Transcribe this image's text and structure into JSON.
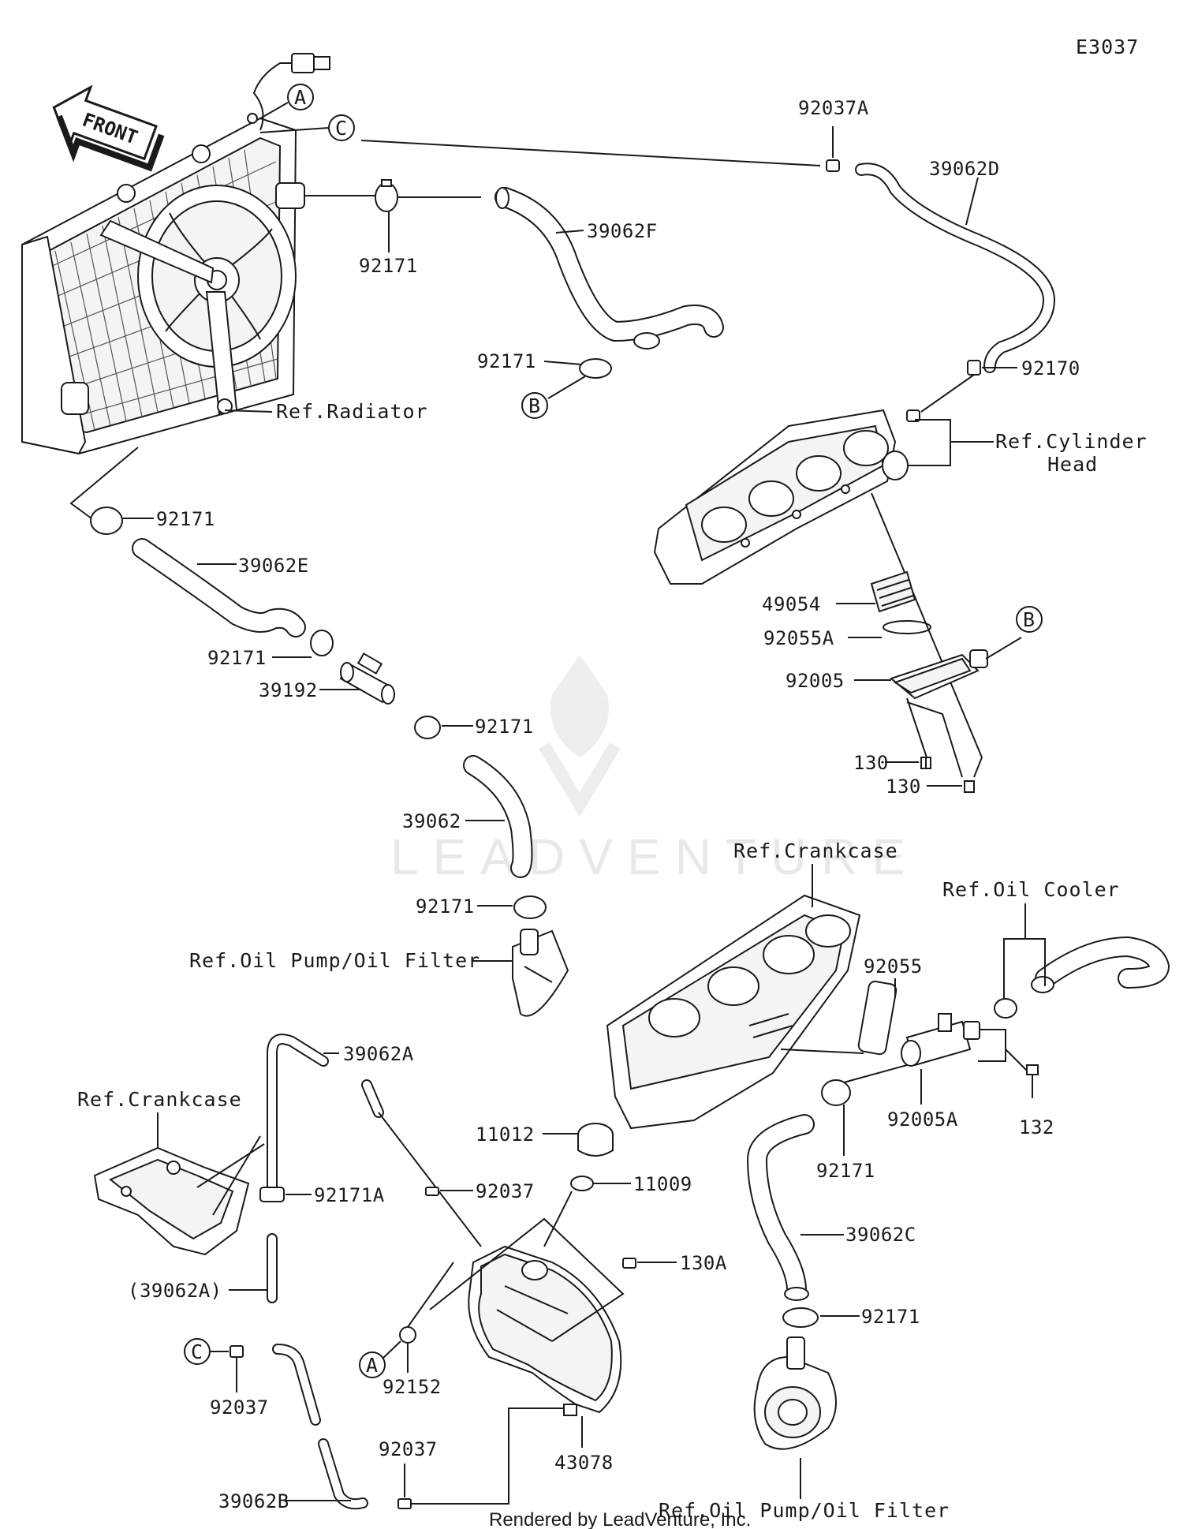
{
  "diagram_code": "E3037",
  "front_label": "FRONT",
  "watermark": "LEADVENTURE",
  "footer": "Rendered by LeadVenture, Inc.",
  "callouts": {
    "a": "A",
    "b": "B",
    "c": "C"
  },
  "parts": {
    "p92037A": "92037A",
    "p39062D": "39062D",
    "p39062F": "39062F",
    "p92171_top": "92171",
    "p92171_b": "92171",
    "p92170": "92170",
    "ref_radiator": "Ref.Radiator",
    "ref_cyl_1": "Ref.Cylinder",
    "ref_cyl_2": "Head",
    "p92171_left": "92171",
    "p39062E": "39062E",
    "p92171_mid": "92171",
    "p39192": "39192",
    "p92171_mid2": "92171",
    "p49054": "49054",
    "p92055A": "92055A",
    "p92005": "92005",
    "p130_a": "130",
    "p130_b": "130",
    "p39062": "39062",
    "ref_crankcase_r": "Ref.Crankcase",
    "ref_oilcooler": "Ref.Oil Cooler",
    "p92171_pump": "92171",
    "ref_oilpump_1": "Ref.Oil Pump/Oil Filter",
    "p92055": "92055",
    "p39062A": "39062A",
    "ref_crankcase_l": "Ref.Crankcase",
    "p92005A": "92005A",
    "p132": "132",
    "p11012": "11012",
    "p92171_r": "92171",
    "p92171A": "92171A",
    "p92037_a": "92037",
    "p11009": "11009",
    "p39062C": "39062C",
    "p130A": "130A",
    "p39062A_paren": "(39062A)",
    "p92171_bot": "92171",
    "p92037_b": "92037",
    "p92152": "92152",
    "p43078": "43078",
    "p92037_c": "92037",
    "p39062B": "39062B",
    "ref_oilpump_2": "Ref.Oil Pump/Oil Filter"
  },
  "icons": [
    "front-arrow-icon",
    "radiator",
    "cooling-fan",
    "cylinder-head",
    "crankcase",
    "reserve-tank",
    "water-pump",
    "thermostat"
  ]
}
